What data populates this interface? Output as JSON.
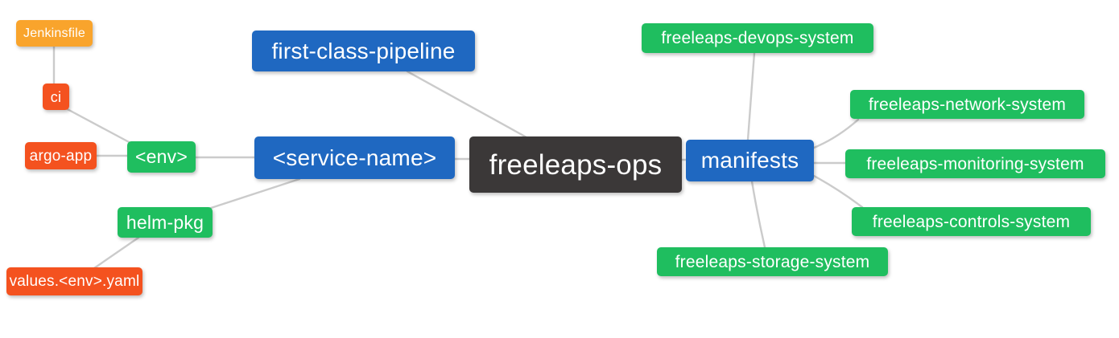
{
  "diagram": {
    "type": "mindmap",
    "palette": {
      "blue": "#1F68C1",
      "green": "#1FBE5F",
      "orange": "#F9A42C",
      "red": "#F4521F",
      "dark": "#3B3838",
      "link": "#CBCBCB",
      "text": "#FFFFFF",
      "background": "#FFFFFF"
    },
    "nodes": {
      "freeleaps_ops": {
        "label": "freeleaps-ops",
        "color": "dark"
      },
      "first_class_pipeline": {
        "label": "first-class-pipeline",
        "color": "blue"
      },
      "service_name": {
        "label": "<service-name>",
        "color": "blue"
      },
      "manifests": {
        "label": "manifests",
        "color": "blue"
      },
      "env": {
        "label": "<env>",
        "color": "green"
      },
      "helm_pkg": {
        "label": "helm-pkg",
        "color": "green"
      },
      "ci": {
        "label": "ci",
        "color": "red"
      },
      "argo_app": {
        "label": "argo-app",
        "color": "red"
      },
      "jenkinsfile": {
        "label": "Jenkinsfile",
        "color": "orange"
      },
      "values_env_yaml": {
        "label": "values.<env>.yaml",
        "color": "red"
      },
      "devops_system": {
        "label": "freeleaps-devops-system",
        "color": "green"
      },
      "network_system": {
        "label": "freeleaps-network-system",
        "color": "green"
      },
      "monitoring_system": {
        "label": "freeleaps-monitoring-system",
        "color": "green"
      },
      "controls_system": {
        "label": "freeleaps-controls-system",
        "color": "green"
      },
      "storage_system": {
        "label": "freeleaps-storage-system",
        "color": "green"
      }
    },
    "edges": [
      {
        "from": "jenkinsfile",
        "to": "ci"
      },
      {
        "from": "ci",
        "to": "env"
      },
      {
        "from": "argo_app",
        "to": "env"
      },
      {
        "from": "env",
        "to": "service_name"
      },
      {
        "from": "helm_pkg",
        "to": "service_name"
      },
      {
        "from": "values_env_yaml",
        "to": "helm_pkg"
      },
      {
        "from": "first_class_pipeline",
        "to": "freeleaps_ops"
      },
      {
        "from": "service_name",
        "to": "freeleaps_ops"
      },
      {
        "from": "freeleaps_ops",
        "to": "manifests"
      },
      {
        "from": "manifests",
        "to": "devops_system"
      },
      {
        "from": "manifests",
        "to": "network_system"
      },
      {
        "from": "manifests",
        "to": "monitoring_system"
      },
      {
        "from": "manifests",
        "to": "controls_system"
      },
      {
        "from": "manifests",
        "to": "storage_system"
      }
    ]
  }
}
